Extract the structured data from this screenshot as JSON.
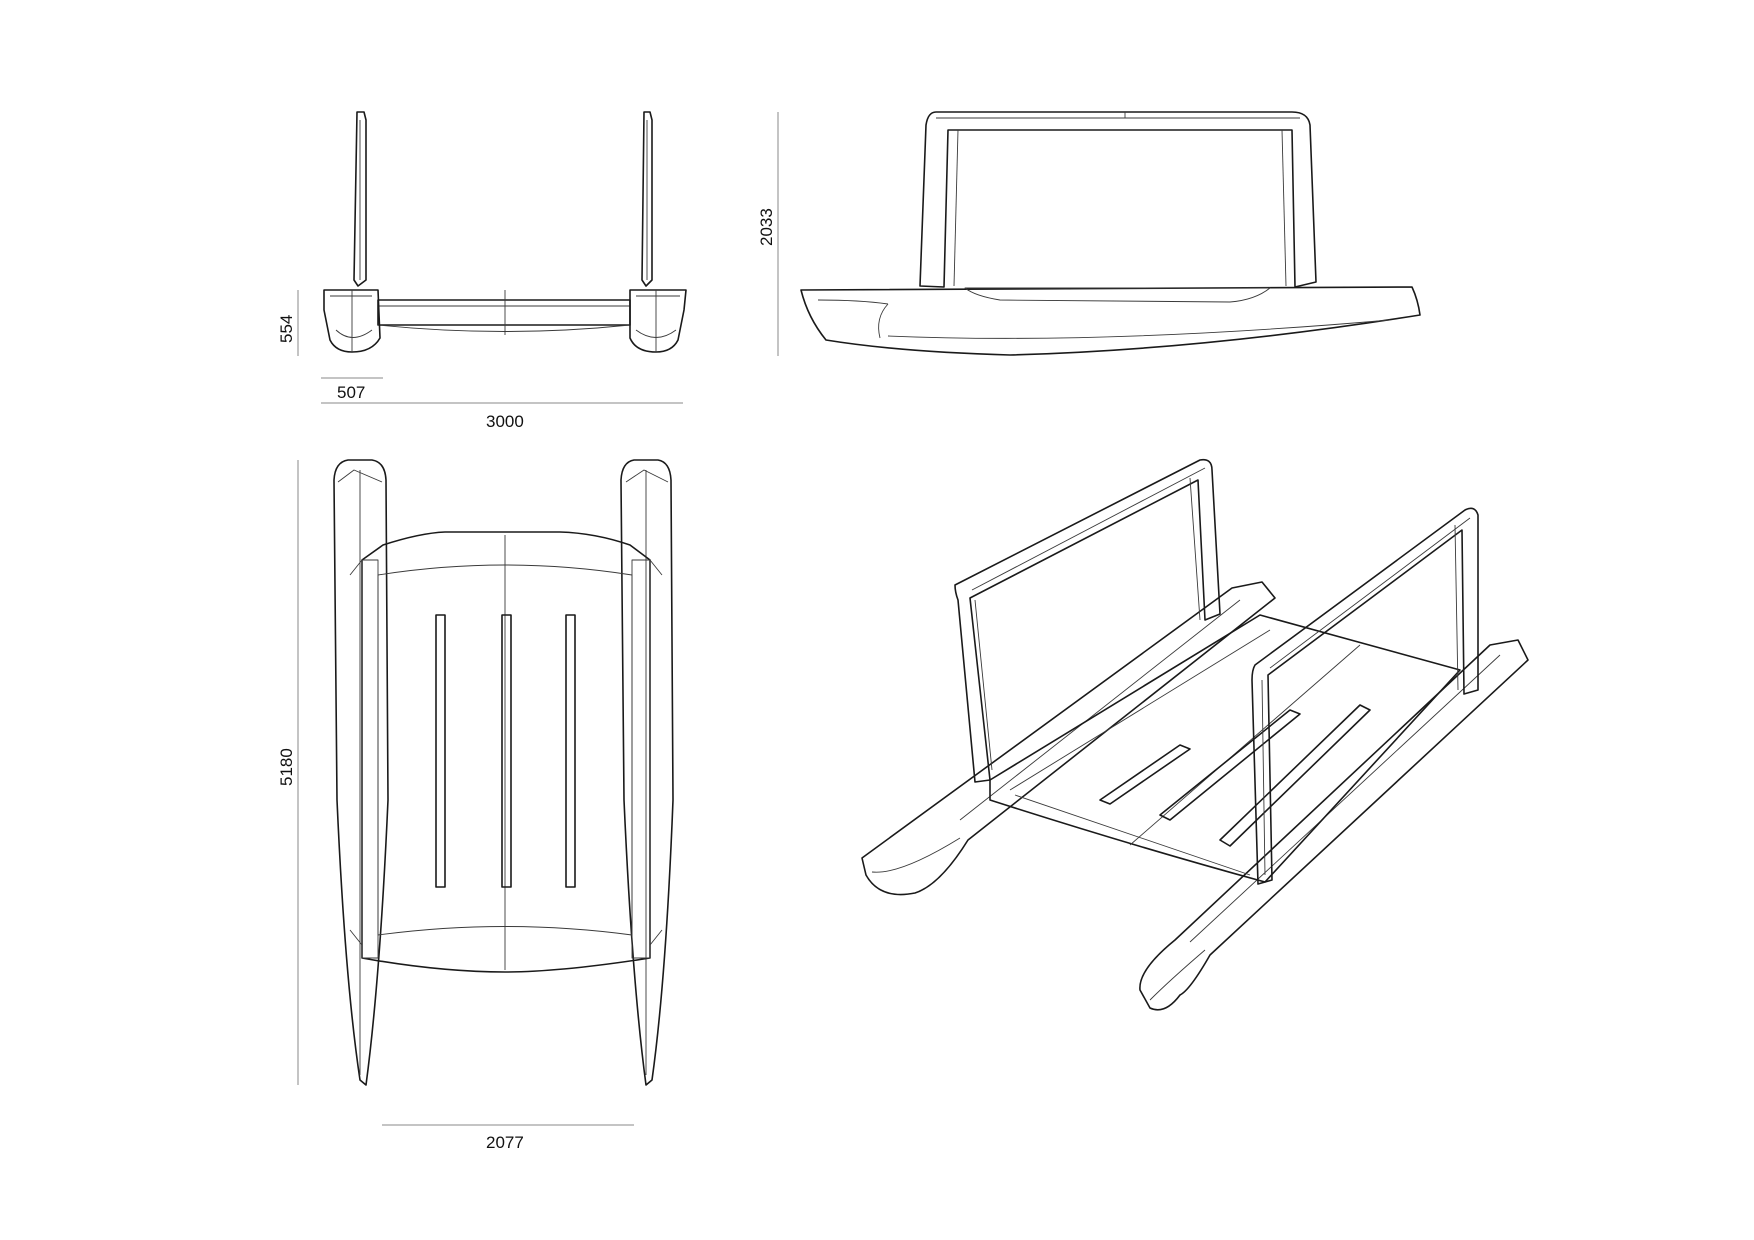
{
  "dimensions": {
    "front_height": "554",
    "front_hull_width": "507",
    "front_overall_width": "3000",
    "side_height": "2033",
    "top_length": "5180",
    "top_deck_width": "2077"
  }
}
